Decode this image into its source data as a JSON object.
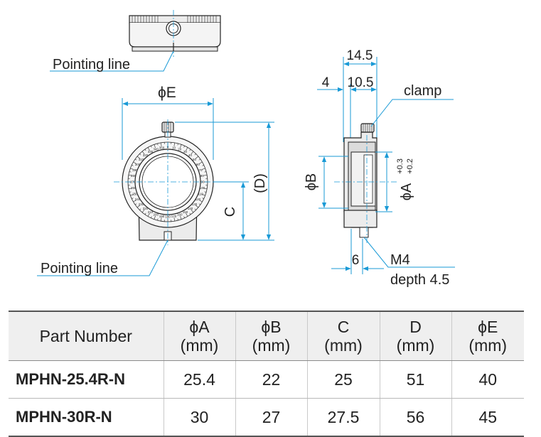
{
  "drawing": {
    "labels": {
      "pointing_line_top": "Pointing line",
      "pointing_line_bottom": "Pointing line",
      "phi_e": "ϕE",
      "d_paren": "(D)",
      "c": "C",
      "width_total": "14.5",
      "width_left": "4",
      "width_right": "10.5",
      "clamp": "clamp",
      "phi_b": "ϕB",
      "phi_a": "ϕA",
      "tol_upper": "+0.3",
      "tol_lower": "+0.2",
      "slot_width": "6",
      "m4": "M4",
      "depth": "depth 4.5"
    },
    "dial_scale": [
      "0",
      "10",
      "20",
      "30",
      "40",
      "50",
      "60",
      "70",
      "80",
      "90",
      "100",
      "110",
      "120",
      "130",
      "140",
      "150",
      "160",
      "170",
      "180",
      "190",
      "200",
      "210",
      "220",
      "230",
      "240",
      "250",
      "260",
      "270",
      "280",
      "290",
      "300",
      "310",
      "320",
      "330",
      "340",
      "350"
    ],
    "accent_color": "#1a9ad6"
  },
  "table": {
    "headers": [
      {
        "line1": "Part Number",
        "line2": ""
      },
      {
        "line1": "ϕA",
        "line2": "(mm)"
      },
      {
        "line1": "ϕB",
        "line2": "(mm)"
      },
      {
        "line1": "C",
        "line2": "(mm)"
      },
      {
        "line1": "D",
        "line2": "(mm)"
      },
      {
        "line1": "ϕE",
        "line2": "(mm)"
      }
    ],
    "rows": [
      {
        "part": "MPHN-25.4R-N",
        "a": "25.4",
        "b": "22",
        "c": "25",
        "d": "51",
        "e": "40"
      },
      {
        "part": "MPHN-30R-N",
        "a": "30",
        "b": "27",
        "c": "27.5",
        "d": "56",
        "e": "45"
      }
    ]
  }
}
